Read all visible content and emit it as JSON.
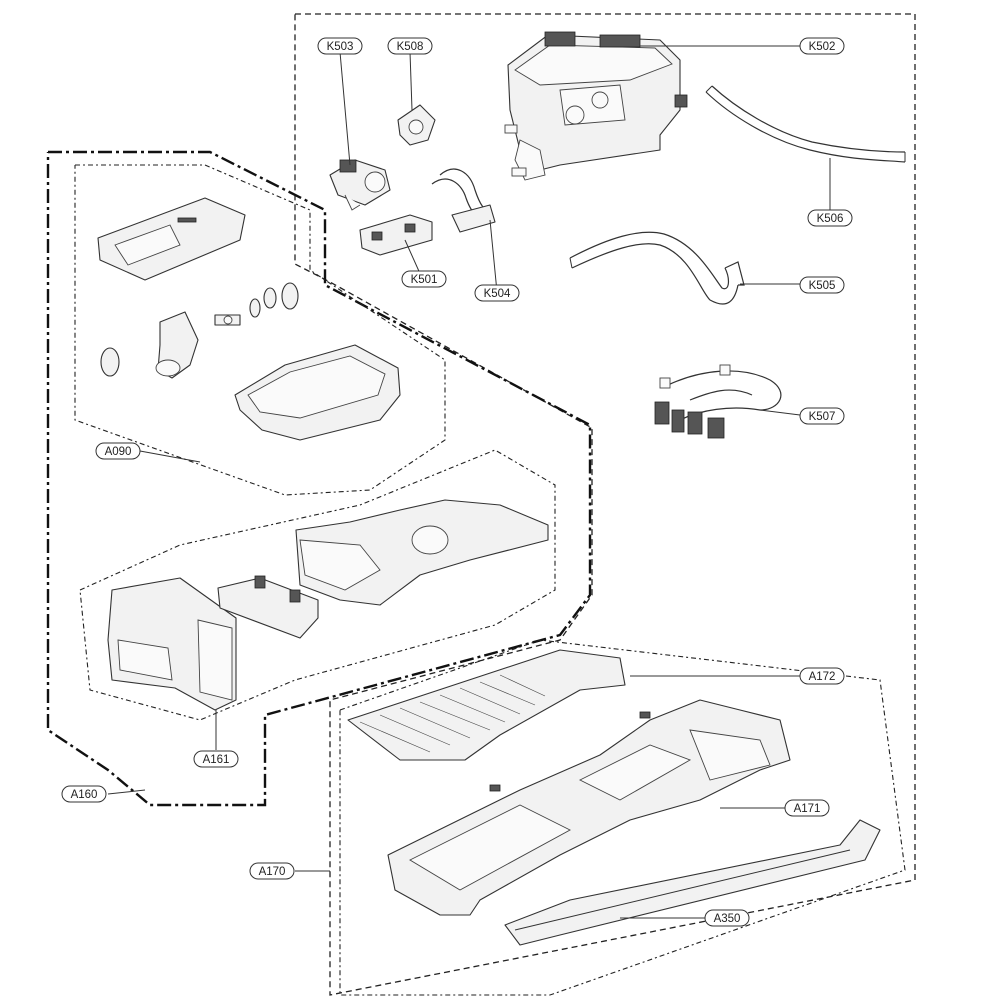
{
  "labels": {
    "K503": "K503",
    "K508": "K508",
    "K502": "K502",
    "K506": "K506",
    "K501": "K501",
    "K504": "K504",
    "K505": "K505",
    "K507": "K507",
    "A090": "A090",
    "A161": "A161",
    "A160": "A160",
    "A172": "A172",
    "A171": "A171",
    "A170": "A170",
    "A350": "A350"
  }
}
